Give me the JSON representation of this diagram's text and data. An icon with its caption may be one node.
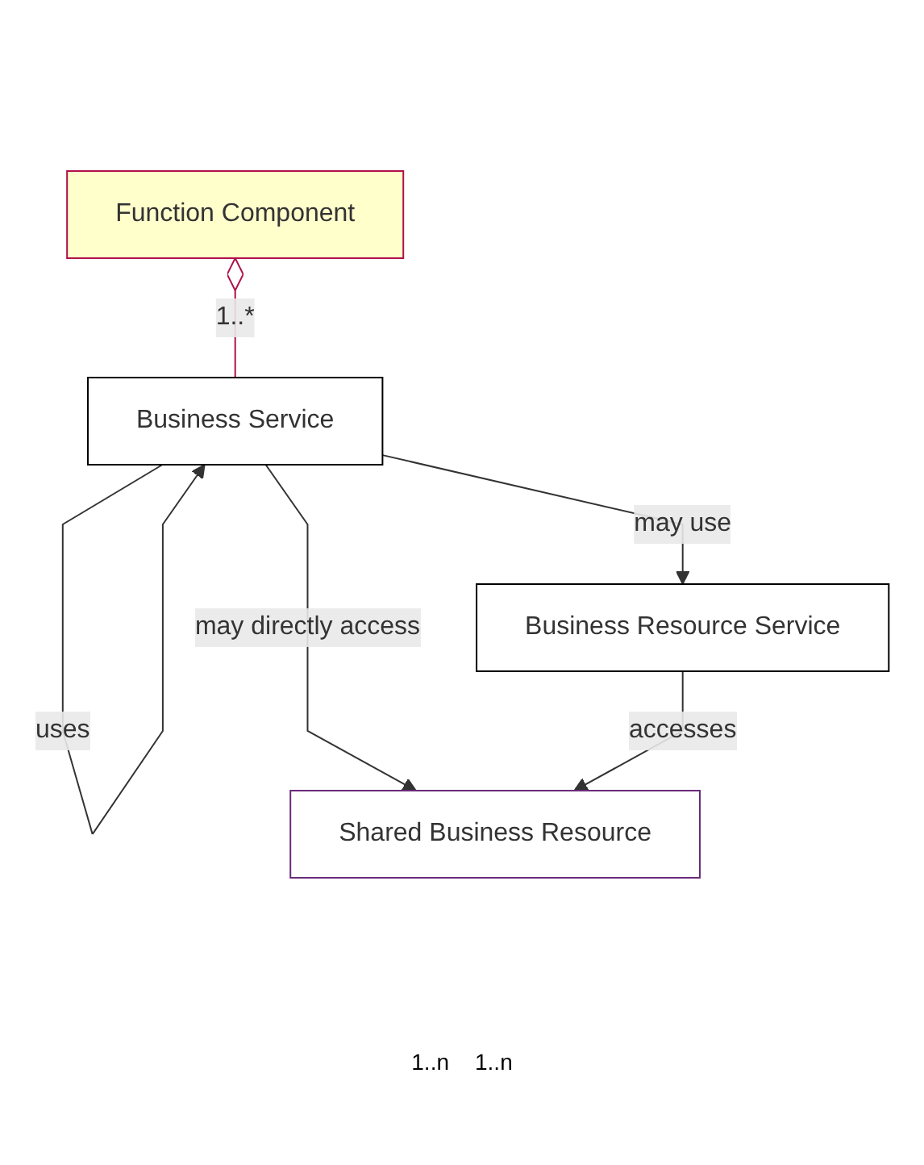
{
  "diagram": {
    "nodes": [
      {
        "text": [
          "Function Component"
        ]
      },
      {
        "text": [
          "Business Service"
        ]
      },
      {
        "text": [
          "Business Resource Service"
        ]
      },
      {
        "text": [
          "Shared Business Resource"
        ]
      }
    ],
    "edges": [
      {
        "from": 0,
        "to": 1,
        "arrow": "other",
        "label": "1..*",
        "color": "#b0104a"
      },
      {
        "from": 1,
        "to": 1,
        "arrow": "to",
        "label": "uses"
      },
      {
        "from": 1,
        "to": 2,
        "arrow": "to",
        "label": "may use"
      },
      {
        "from": 1,
        "to": 3,
        "arrow": "to",
        "label": "may directly access"
      },
      {
        "from": 2,
        "to": 3,
        "arrow": "to",
        "label": "accesses"
      }
    ],
    "labels": [
      "1..n",
      "1..n"
    ]
  }
}
